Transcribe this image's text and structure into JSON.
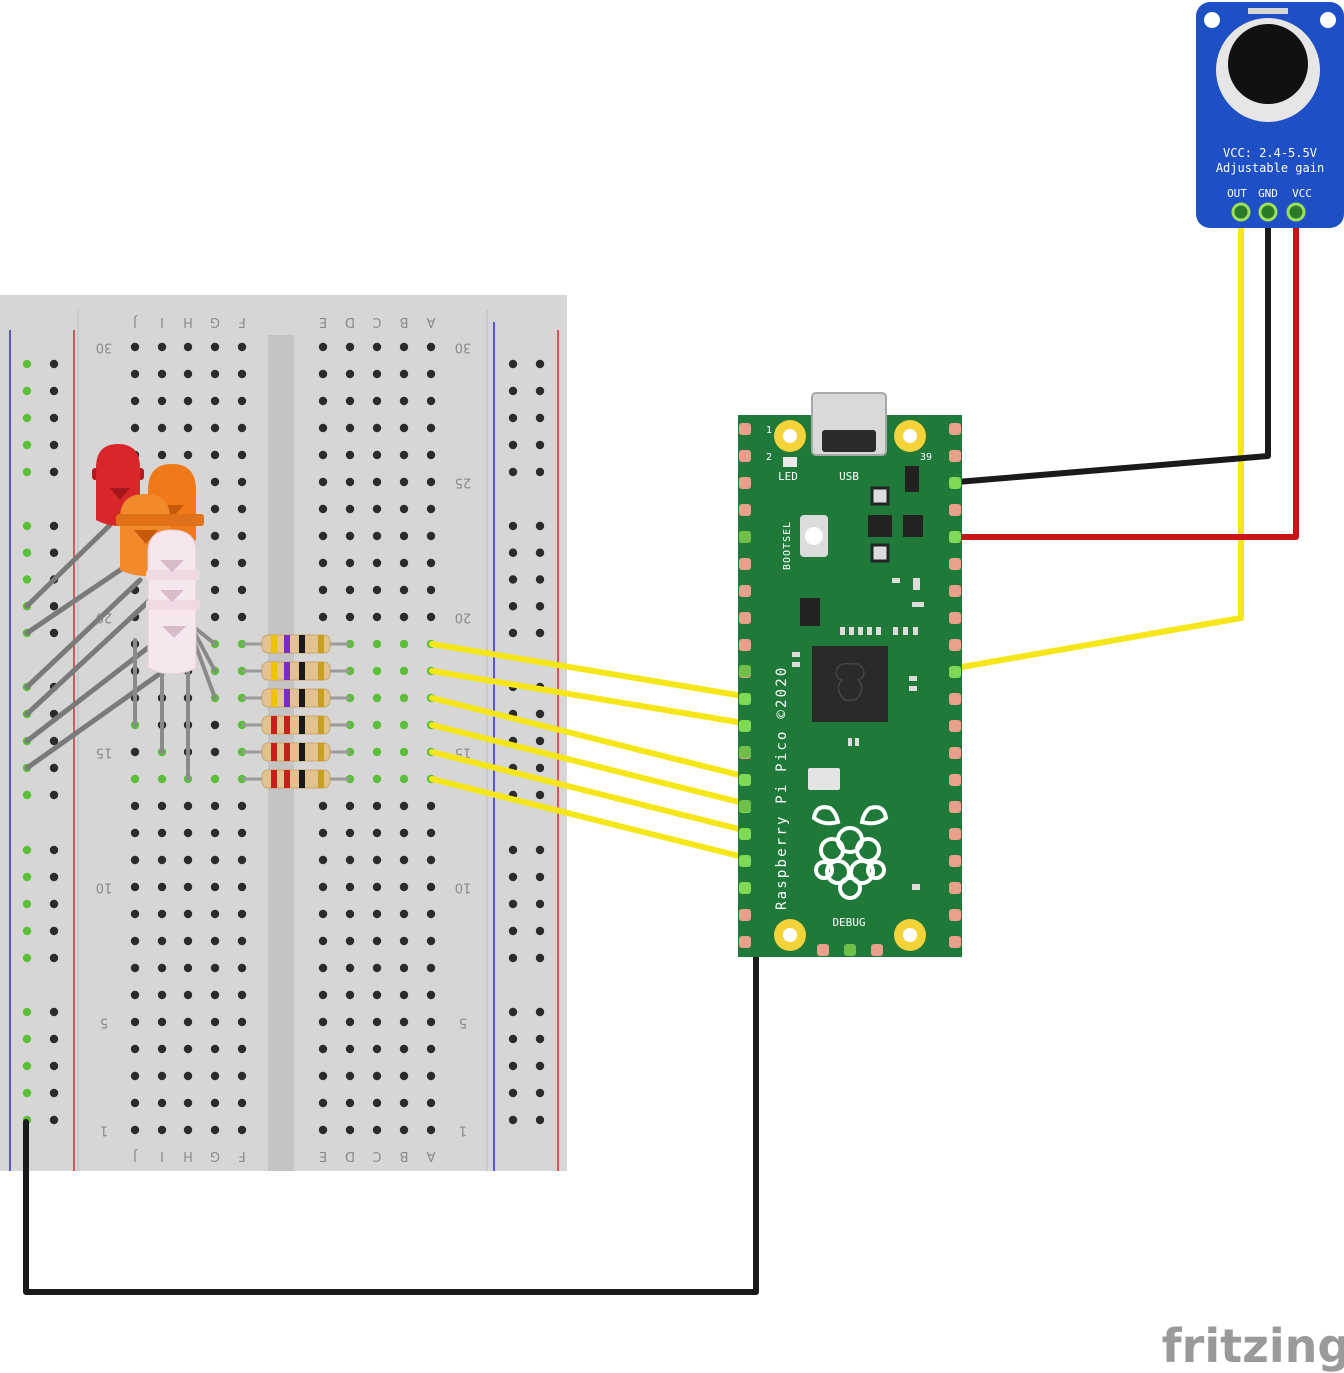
{
  "app": "fritzing",
  "breadboard": {
    "row_labels": [
      "1",
      "5",
      "10",
      "15",
      "20",
      "25",
      "30"
    ],
    "left_columns": [
      "J",
      "I",
      "H",
      "G",
      "F"
    ],
    "right_columns": [
      "E",
      "D",
      "C",
      "B",
      "A"
    ],
    "colors": {
      "board": "#d6d6d6",
      "hole": "#2b2b2b",
      "active_hole": "#5cbf3a",
      "rail_blue": "#2b2bd9",
      "rail_red": "#d92b2b"
    }
  },
  "pico": {
    "name": "Raspberry Pi Pico ©2020",
    "labels": {
      "led": "LED",
      "usb": "USB",
      "bootsel": "BOOTSEL",
      "debug": "DEBUG",
      "pin1": "1",
      "pin2": "2",
      "pin39": "39"
    },
    "colors": {
      "pcb": "#1f7a3a",
      "pad": "#e8a08a",
      "mount": "#f4d23a"
    }
  },
  "mic_module": {
    "line1": "VCC: 2.4-5.5V",
    "line2": "Adjustable gain",
    "pins": [
      "OUT",
      "GND",
      "VCC"
    ],
    "colors": {
      "board": "#1e4fc4"
    }
  },
  "leds": [
    {
      "color": "red",
      "hex": "#d8262a"
    },
    {
      "color": "orange",
      "hex": "#f07a1a"
    },
    {
      "color": "orange",
      "hex": "#f07a1a"
    },
    {
      "color": "white",
      "hex": "#f6e6ee"
    },
    {
      "color": "white",
      "hex": "#f6e6ee"
    },
    {
      "color": "white",
      "hex": "#f6e6ee"
    }
  ],
  "resistors": [
    {
      "bands": [
        "#f2c200",
        "#7a2cc2",
        "#1a1a1a",
        "#c8a020"
      ]
    },
    {
      "bands": [
        "#f2c200",
        "#7a2cc2",
        "#1a1a1a",
        "#c8a020"
      ]
    },
    {
      "bands": [
        "#f2c200",
        "#7a2cc2",
        "#1a1a1a",
        "#c8a020"
      ]
    },
    {
      "bands": [
        "#c81e1e",
        "#c81e1e",
        "#1a1a1a",
        "#c8a020"
      ]
    },
    {
      "bands": [
        "#c81e1e",
        "#c81e1e",
        "#1a1a1a",
        "#c8a020"
      ]
    },
    {
      "bands": [
        "#c81e1e",
        "#c81e1e",
        "#1a1a1a",
        "#c8a020"
      ]
    }
  ],
  "wire_colors": {
    "signal": "#f5e61a",
    "gnd": "#1a1a1a",
    "vcc": "#c81414"
  }
}
